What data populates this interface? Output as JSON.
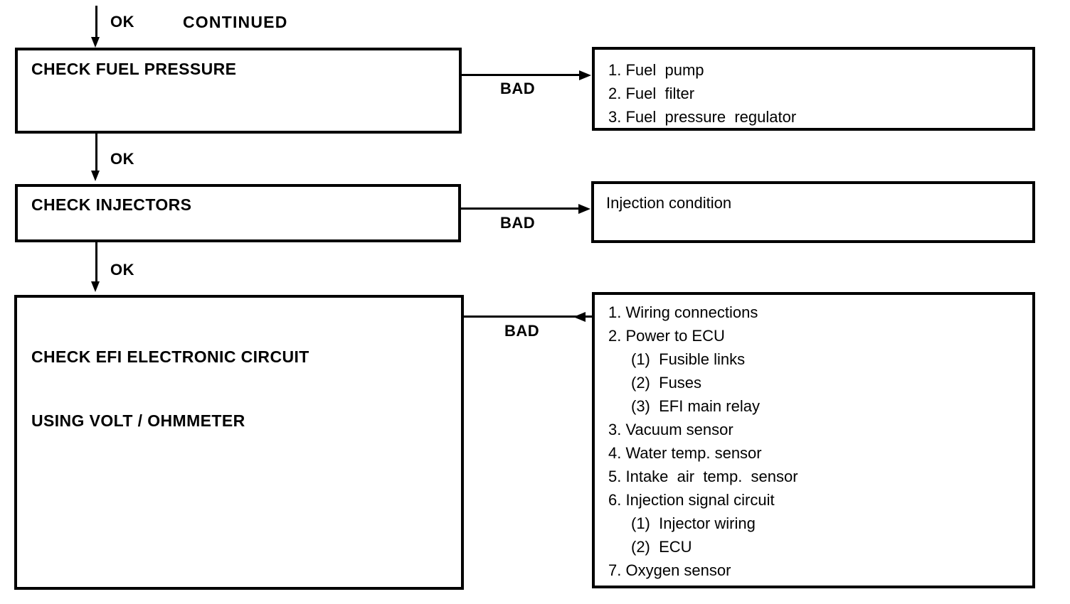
{
  "diagram": {
    "note": "CONTINUED",
    "entry_edge_label": "OK",
    "steps": [
      {
        "id": "check-fuel-pressure",
        "title": "CHECK FUEL PRESSURE",
        "title_line2": "",
        "bad_label": "BAD",
        "ok_label": "OK"
      },
      {
        "id": "check-injectors",
        "title": "CHECK INJECTORS",
        "title_line2": "",
        "bad_label": "BAD",
        "ok_label": "OK"
      },
      {
        "id": "check-efi-electronic-circuit",
        "title": "CHECK EFI ELECTRONIC CIRCUIT",
        "title_line2": "USING VOLT / OHMMETER",
        "bad_label": "BAD",
        "ok_label": ""
      }
    ],
    "causes": [
      {
        "for": "check-fuel-pressure",
        "items": [
          {
            "num": "1.",
            "text": "Fuel  pump",
            "level": 0
          },
          {
            "num": "2.",
            "text": "Fuel  filter",
            "level": 0
          },
          {
            "num": "3.",
            "text": "Fuel  pressure  regulator",
            "level": 0
          }
        ]
      },
      {
        "for": "check-injectors",
        "items": [
          {
            "num": "",
            "text": "Injection condition",
            "level": 0
          }
        ]
      },
      {
        "for": "check-efi-electronic-circuit",
        "items": [
          {
            "num": "1.",
            "text": "Wiring connections",
            "level": 0
          },
          {
            "num": "2.",
            "text": "Power to ECU",
            "level": 0
          },
          {
            "num": "(1)",
            "text": "Fusible links",
            "level": 1
          },
          {
            "num": "(2)",
            "text": "Fuses",
            "level": 1
          },
          {
            "num": "(3)",
            "text": "EFI main relay",
            "level": 1
          },
          {
            "num": "3.",
            "text": "Vacuum sensor",
            "level": 0
          },
          {
            "num": "4.",
            "text": "Water temp. sensor",
            "level": 0
          },
          {
            "num": "5.",
            "text": "Intake  air  temp.  sensor",
            "level": 0
          },
          {
            "num": "6.",
            "text": "Injection signal circuit",
            "level": 0
          },
          {
            "num": "(1)",
            "text": "Injector wiring",
            "level": 1
          },
          {
            "num": "(2)",
            "text": "ECU",
            "level": 1
          },
          {
            "num": "7.",
            "text": "Oxygen sensor",
            "level": 0
          }
        ]
      }
    ],
    "colors": {
      "ink": "#000000",
      "paper": "#ffffff"
    }
  }
}
